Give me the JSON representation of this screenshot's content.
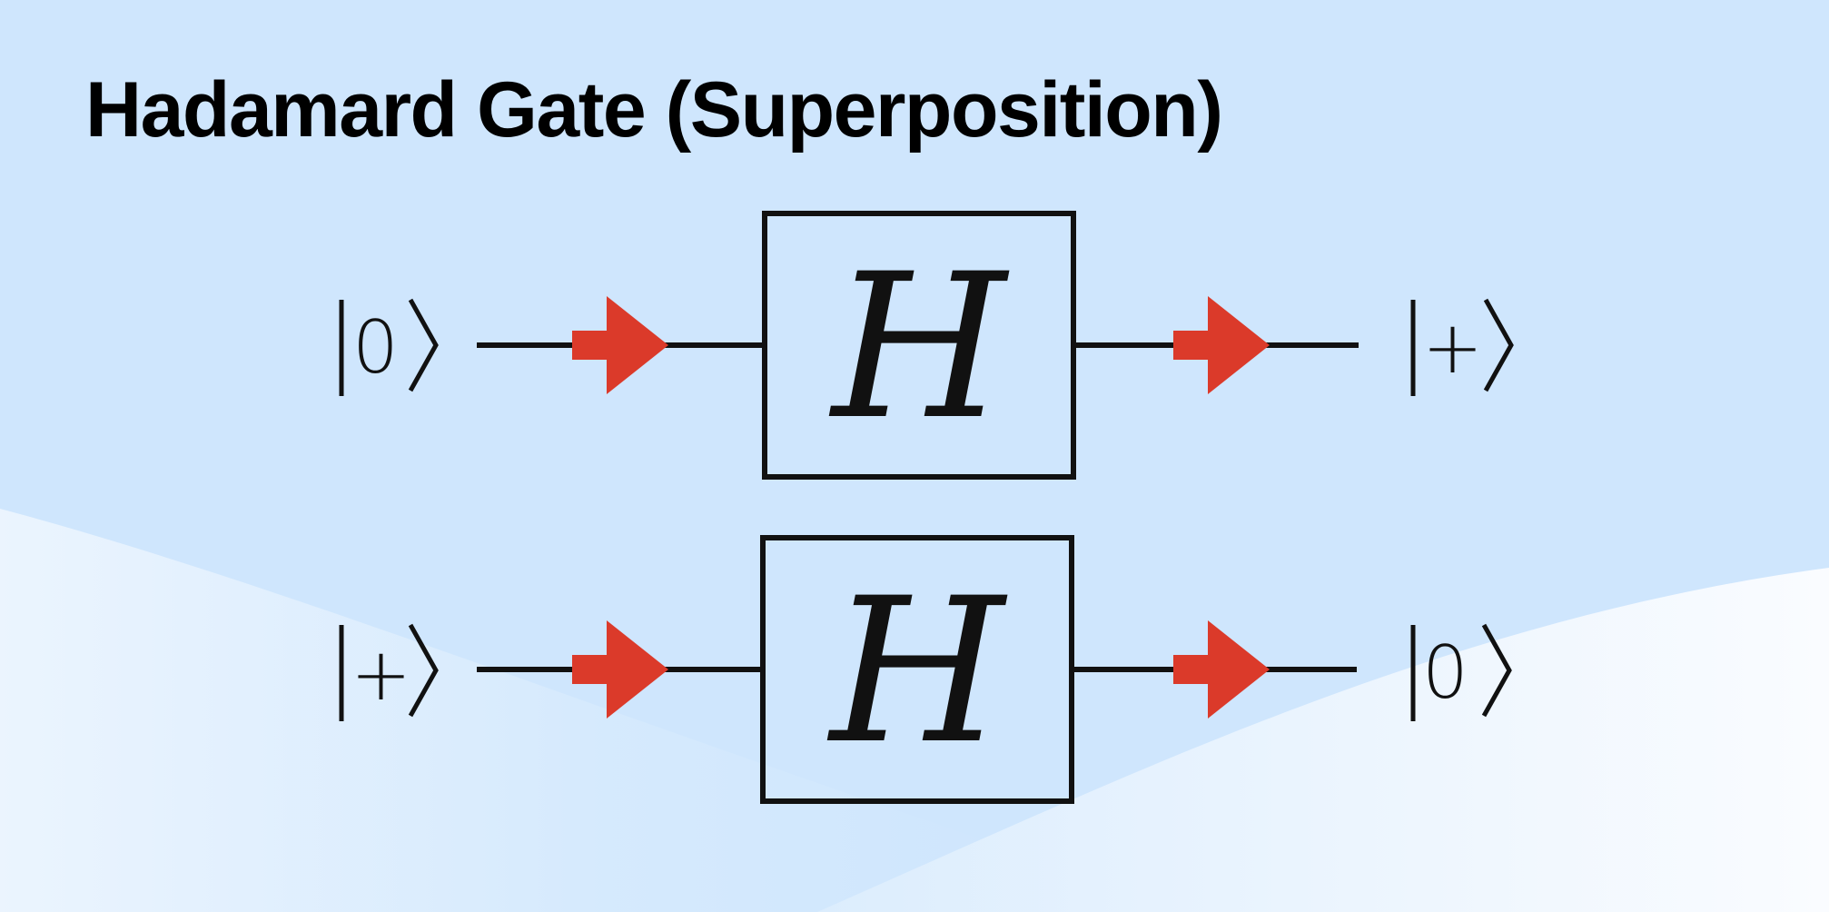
{
  "title": "Hadamard Gate (Superposition)",
  "colors": {
    "background": "#cfe6fd",
    "arrow": "#db3a2a",
    "line": "#111111"
  },
  "rows": [
    {
      "input_state": "0",
      "gate": "H",
      "output_state": "+"
    },
    {
      "input_state": "+",
      "gate": "H",
      "output_state": "0"
    }
  ]
}
